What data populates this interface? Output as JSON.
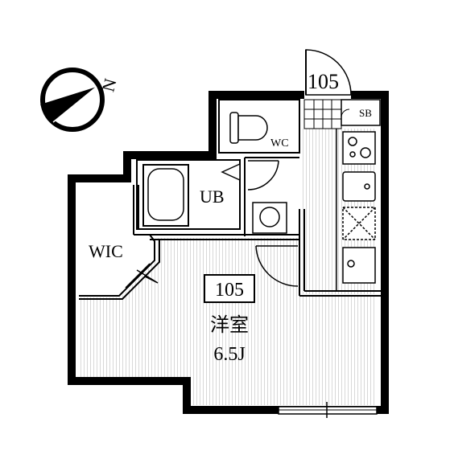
{
  "compass": {
    "north_label": "N"
  },
  "unit_label_top": "105",
  "rooms": {
    "sb": "SB",
    "wc": "WC",
    "ub": "UB",
    "wic": "WIC",
    "main_unit": "105",
    "main_name": "洋室",
    "main_size": "6.5J"
  },
  "colors": {
    "wall": "#000000",
    "floor_hatch": "#d8d8d8",
    "background": "#ffffff"
  }
}
